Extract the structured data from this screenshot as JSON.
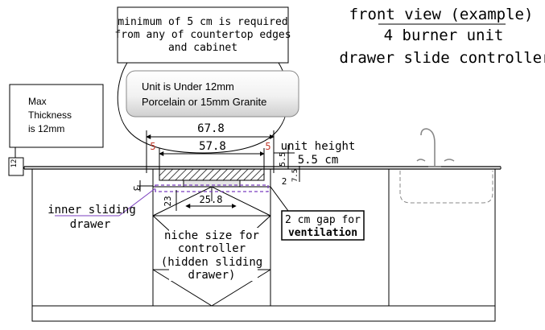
{
  "title": {
    "line1": "front view (example)",
    "line2": "4 burner unit",
    "line3": "drawer slide controller"
  },
  "notes": {
    "clearance_line1": "minimum of 5 cm is required",
    "clearance_line2": "from any of countertop edges",
    "clearance_line3": "and cabinet",
    "unit_line1": "Unit is Under 12mm",
    "unit_line2": "Porcelain or 15mm Granite",
    "max_line1": "Max",
    "max_line2": "Thickness",
    "max_line3": "is 12mm",
    "unit_height_line1": "unit height",
    "unit_height_line2": "5.5 cm",
    "gap_line1": "2 cm gap for",
    "gap_line2": "ventilation",
    "drawer_line1": "inner sliding",
    "drawer_line2": "drawer",
    "niche_line1": "niche size for",
    "niche_line2": "controller",
    "niche_line3": "(hidden sliding",
    "niche_line4": "drawer)"
  },
  "dimensions": {
    "outer_width": "67.8",
    "inner_width": "57.8",
    "edge_left": "5",
    "edge_right": "5",
    "drawer_width": "25.8",
    "drawer_height": "23",
    "unit_height_small": "5.5",
    "depth_small": "7.5",
    "gap_value": "2",
    "three": "3",
    "thickness": "12"
  },
  "colors": {
    "line": "#000000",
    "accent_red": "#c0392b",
    "accent_purple": "#7b3fbf"
  }
}
